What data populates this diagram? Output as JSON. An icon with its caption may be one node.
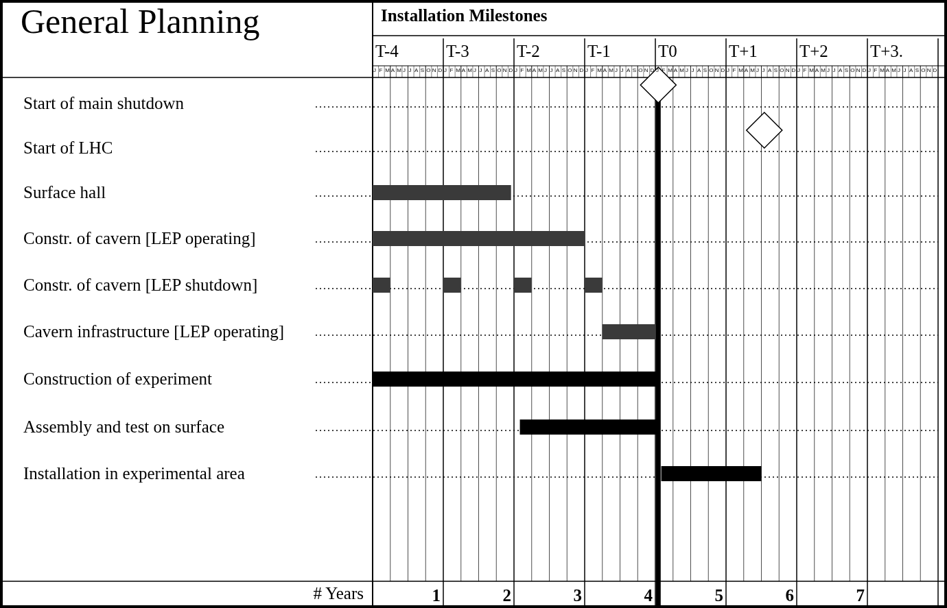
{
  "diagram": {
    "title": "General Planning",
    "labels": [
      "Installation Milestones",
      "T-4",
      "T-3",
      "T-2",
      "T-1",
      "T0",
      "T+1",
      "T+2",
      "T+3.",
      "J",
      "F",
      "M",
      "A",
      "M",
      "J",
      "J",
      "A",
      "S",
      "O",
      "N",
      "D",
      "J",
      "F",
      "M",
      "A",
      "M",
      "J",
      "J",
      "A",
      "S",
      "O",
      "N",
      "D",
      "J",
      "F",
      "M",
      "A",
      "M",
      "J",
      "J",
      "A",
      "S",
      "O",
      "N",
      "D",
      "J",
      "F",
      "M",
      "A",
      "M",
      "J",
      "J",
      "A",
      "S",
      "O",
      "N",
      "D",
      "J",
      "F",
      "M",
      "A",
      "M",
      "J",
      "J",
      "A",
      "S",
      "O",
      "N",
      "D",
      "J",
      "F",
      "M",
      "A",
      "M",
      "J",
      "J",
      "A",
      "S",
      "O",
      "N",
      "D",
      "J",
      "F",
      "M",
      "A",
      "M",
      "J",
      "J",
      "A",
      "S",
      "O",
      "N",
      "D",
      "J",
      "F",
      "M",
      "A",
      "M",
      "J",
      "J",
      "A",
      "S",
      "O",
      "N",
      "D",
      "Start of main shutdown",
      "Start of LHC",
      "Surface hall",
      "Constr. of cavern [LEP operating]",
      "Constr. of cavern [LEP shutdown]",
      "Cavern infrastructure [LEP operating]",
      "Construction of experiment",
      "Assembly and test on surface",
      "Installation in experimental area",
      "# Years",
      "1",
      "2",
      "3",
      "4",
      "5",
      "6",
      "7"
    ]
  }
}
